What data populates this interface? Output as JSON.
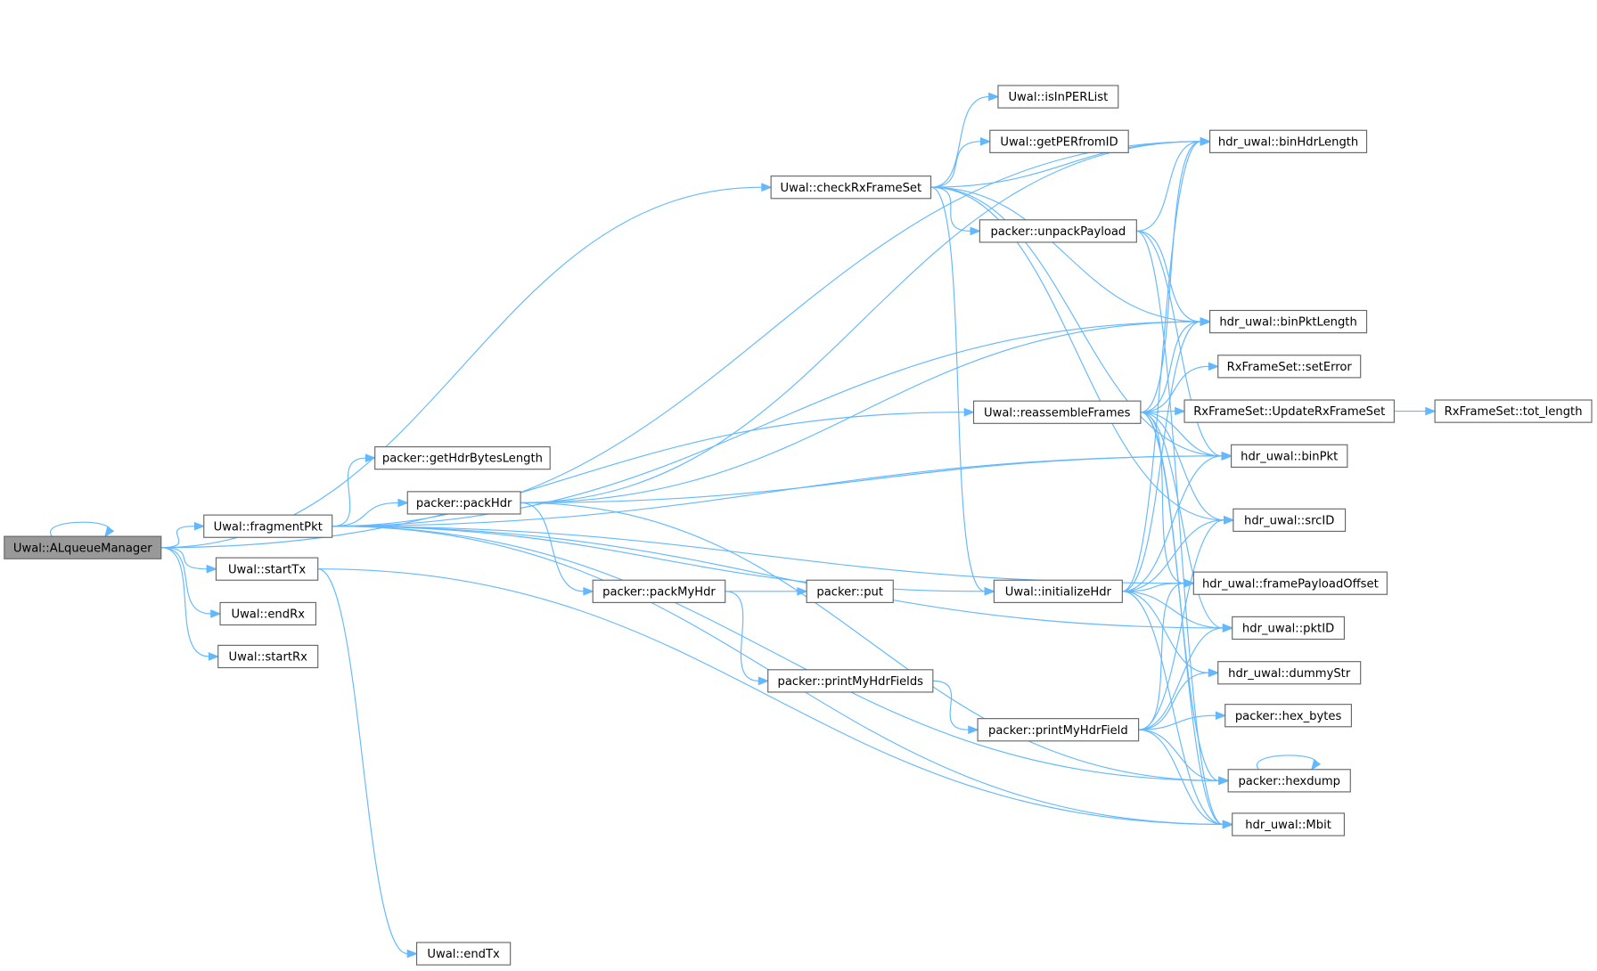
{
  "colors": {
    "edge": "#63b8ff",
    "root_fill": "#999999",
    "node_border": "#666666"
  },
  "nodes": {
    "alq": "Uwal::ALqueueManager",
    "fragmentPkt": "Uwal::fragmentPkt",
    "startTx": "Uwal::startTx",
    "endRx": "Uwal::endRx",
    "startRx": "Uwal::startRx",
    "endTx": "Uwal::endTx",
    "checkRxFrameSet": "Uwal::checkRxFrameSet",
    "getHdrBytesLength": "packer::getHdrBytesLength",
    "packHdr": "packer::packHdr",
    "packMyHdr": "packer::packMyHdr",
    "put": "packer::put",
    "printMyHdrFields": "packer::printMyHdrFields",
    "printMyHdrField": "packer::printMyHdrField",
    "isInPERList": "Uwal::isInPERList",
    "getPERfromID": "Uwal::getPERfromID",
    "unpackPayload": "packer::unpackPayload",
    "reassembleFrames": "Uwal::reassembleFrames",
    "initializeHdr": "Uwal::initializeHdr",
    "binHdrLength": "hdr_uwal::binHdrLength",
    "binPktLength": "hdr_uwal::binPktLength",
    "setError": "RxFrameSet::setError",
    "UpdateRxFrameSet": "RxFrameSet::UpdateRxFrameSet",
    "tot_length": "RxFrameSet::tot_length",
    "binPkt": "hdr_uwal::binPkt",
    "srcID": "hdr_uwal::srcID",
    "framePayloadOffset": "hdr_uwal::framePayloadOffset",
    "pktID": "hdr_uwal::pktID",
    "dummyStr": "hdr_uwal::dummyStr",
    "hex_bytes": "packer::hex_bytes",
    "hexdump": "packer::hexdump",
    "Mbit": "hdr_uwal::Mbit"
  },
  "edges": [
    [
      "alq",
      "alq"
    ],
    [
      "alq",
      "fragmentPkt"
    ],
    [
      "alq",
      "startTx"
    ],
    [
      "alq",
      "endRx"
    ],
    [
      "alq",
      "startRx"
    ],
    [
      "alq",
      "checkRxFrameSet"
    ],
    [
      "alq",
      "reassembleFrames"
    ],
    [
      "fragmentPkt",
      "binHdrLength"
    ],
    [
      "fragmentPkt",
      "binPktLength"
    ],
    [
      "fragmentPkt",
      "binPkt"
    ],
    [
      "fragmentPkt",
      "getHdrBytesLength"
    ],
    [
      "fragmentPkt",
      "packHdr"
    ],
    [
      "fragmentPkt",
      "initializeHdr"
    ],
    [
      "fragmentPkt",
      "framePayloadOffset"
    ],
    [
      "fragmentPkt",
      "pktID"
    ],
    [
      "fragmentPkt",
      "hexdump"
    ],
    [
      "fragmentPkt",
      "Mbit"
    ],
    [
      "startTx",
      "endTx"
    ],
    [
      "startTx",
      "Mbit"
    ],
    [
      "packHdr",
      "binHdrLength"
    ],
    [
      "packHdr",
      "binPktLength"
    ],
    [
      "packHdr",
      "binPkt"
    ],
    [
      "packHdr",
      "packMyHdr"
    ],
    [
      "packHdr",
      "hexdump"
    ],
    [
      "packMyHdr",
      "put"
    ],
    [
      "packMyHdr",
      "printMyHdrFields"
    ],
    [
      "printMyHdrFields",
      "printMyHdrField"
    ],
    [
      "printMyHdrField",
      "framePayloadOffset"
    ],
    [
      "printMyHdrField",
      "pktID"
    ],
    [
      "printMyHdrField",
      "dummyStr"
    ],
    [
      "printMyHdrField",
      "hex_bytes"
    ],
    [
      "printMyHdrField",
      "hexdump"
    ],
    [
      "printMyHdrField",
      "Mbit"
    ],
    [
      "printMyHdrField",
      "srcID"
    ],
    [
      "checkRxFrameSet",
      "isInPERList"
    ],
    [
      "checkRxFrameSet",
      "getPERfromID"
    ],
    [
      "checkRxFrameSet",
      "binHdrLength"
    ],
    [
      "checkRxFrameSet",
      "unpackPayload"
    ],
    [
      "checkRxFrameSet",
      "binPktLength"
    ],
    [
      "checkRxFrameSet",
      "binPkt"
    ],
    [
      "checkRxFrameSet",
      "srcID"
    ],
    [
      "checkRxFrameSet",
      "initializeHdr"
    ],
    [
      "unpackPayload",
      "binHdrLength"
    ],
    [
      "unpackPayload",
      "binPktLength"
    ],
    [
      "unpackPayload",
      "binPkt"
    ],
    [
      "unpackPayload",
      "Mbit"
    ],
    [
      "reassembleFrames",
      "binHdrLength"
    ],
    [
      "reassembleFrames",
      "binPktLength"
    ],
    [
      "reassembleFrames",
      "setError"
    ],
    [
      "reassembleFrames",
      "UpdateRxFrameSet"
    ],
    [
      "reassembleFrames",
      "binPkt"
    ],
    [
      "reassembleFrames",
      "srcID"
    ],
    [
      "reassembleFrames",
      "framePayloadOffset"
    ],
    [
      "reassembleFrames",
      "pktID"
    ],
    [
      "reassembleFrames",
      "hexdump"
    ],
    [
      "reassembleFrames",
      "Mbit"
    ],
    [
      "UpdateRxFrameSet",
      "tot_length"
    ],
    [
      "initializeHdr",
      "binHdrLength"
    ],
    [
      "initializeHdr",
      "binPktLength"
    ],
    [
      "initializeHdr",
      "binPkt"
    ],
    [
      "initializeHdr",
      "srcID"
    ],
    [
      "initializeHdr",
      "framePayloadOffset"
    ],
    [
      "initializeHdr",
      "pktID"
    ],
    [
      "initializeHdr",
      "dummyStr"
    ],
    [
      "initializeHdr",
      "Mbit"
    ],
    [
      "hexdump",
      "hexdump"
    ]
  ]
}
